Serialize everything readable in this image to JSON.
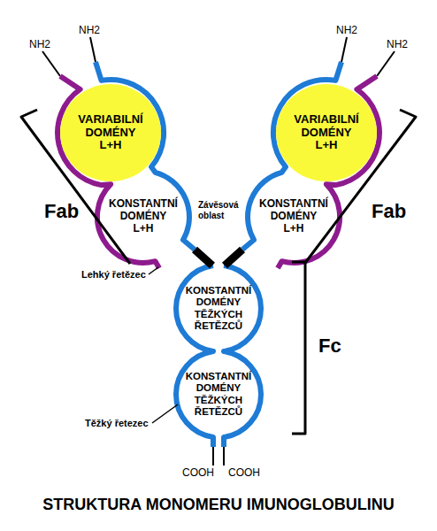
{
  "diagram": {
    "title": "STRUKTURA MONOMERU IMUNOGLOBULINU",
    "nodes": [
      {
        "text": [
          "VARIABILNÍ DOMÉNY L+H"
        ]
      },
      {
        "text": [
          "VARIABILNÍ DOMÉNY L+H"
        ]
      },
      {
        "text": [
          "KONSTANTNÍ DOMÉNY L+H"
        ]
      },
      {
        "text": [
          "KONSTANTNÍ DOMÉNY L+H"
        ]
      },
      {
        "text": [
          "KONSTANTNÍ DOMÉNY TĚŽKÝCH ŘETĚZCŮ"
        ]
      },
      {
        "text": [
          "KONSTANTNÍ DOMÉNY TĚŽKÝCH ŘETĚZCŮ"
        ]
      }
    ],
    "labels": [
      "NH2",
      "NH2",
      "NH2",
      "NH2",
      "Fab",
      "Závěsová oblast",
      "Fab",
      "Lehký řetězec",
      "Fc",
      "Těžký řetezec",
      "COOH",
      "COOH"
    ]
  }
}
